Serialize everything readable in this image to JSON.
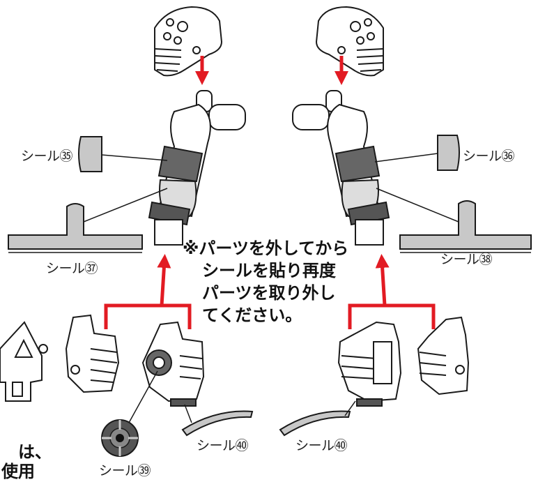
{
  "labels": {
    "s35": "シール㉟",
    "s36": "シール㊱",
    "s37": "シール㊲",
    "s38": "シール㊳",
    "s39": "シール㊴",
    "s40a": "シール㊵",
    "s40b": "シール㊵"
  },
  "note": {
    "line1": "※パーツを外してから",
    "line2": "シールを貼り再度",
    "line3": "パーツを取り外し",
    "line4": "てください。"
  },
  "edge_text": {
    "line1": "は、",
    "line2": "使用"
  },
  "colors": {
    "arrow": "#e21b23",
    "sticker": "#c8c8c8",
    "outline": "#1a1a1a",
    "dark_part": "#555555"
  }
}
